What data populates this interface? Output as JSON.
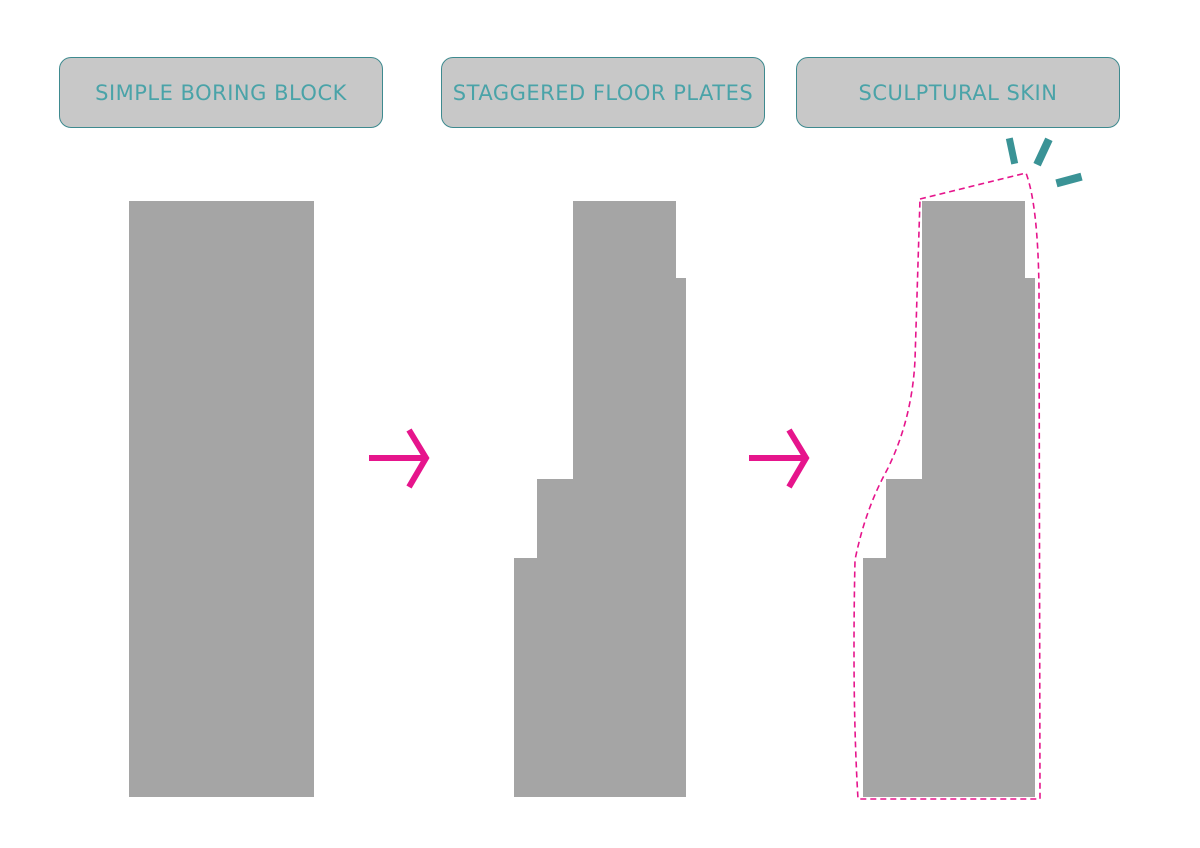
{
  "labels": {
    "step1": "SIMPLE BORING BLOCK",
    "step2": "STAGGERED FLOOR PLATES",
    "step3": "SCULPTURAL SKIN"
  },
  "colors": {
    "block": "#a5a5a5",
    "label_fill": "#c8c8c8",
    "label_border": "#3e8a8f",
    "label_text": "#4aa3a8",
    "arrow": "#e6158c",
    "skin_outline": "#e6158c",
    "accent_marks": "#3a9396"
  },
  "icons": {
    "arrow": "arrow-right-icon",
    "sparkle": "sparkle-icon"
  }
}
